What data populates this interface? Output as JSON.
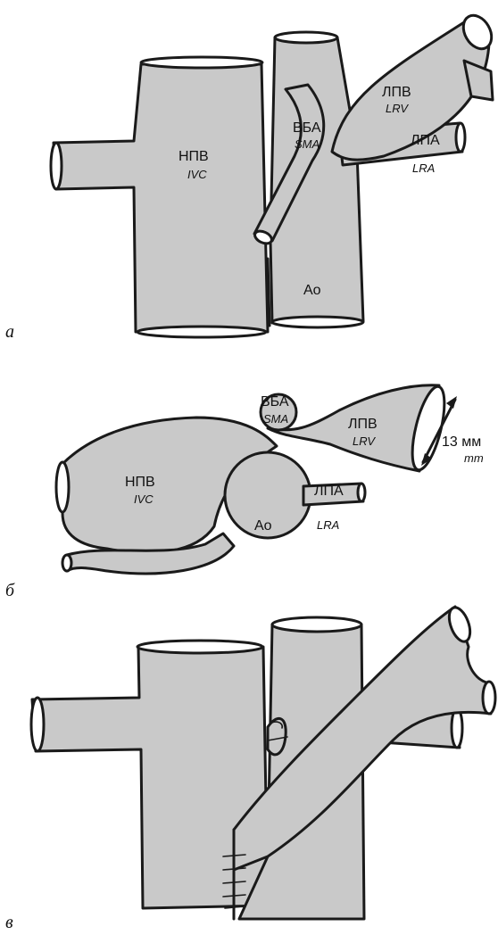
{
  "panels": {
    "a": {
      "letter": "а",
      "ivc": "НПВ",
      "ivc_en": "IVC",
      "sma": "ВБА",
      "sma_en": "SMA",
      "lrv": "ЛПВ",
      "lrv_en": "LRV",
      "lra": "ЛПА",
      "lra_en": "LRA",
      "aorta": "Ао"
    },
    "b": {
      "letter": "б",
      "ivc": "НПВ",
      "ivc_en": "IVC",
      "sma": "ВБА",
      "sma_en": "SMA",
      "lrv": "ЛПВ",
      "lrv_en": "LRV",
      "lra": "ЛПА",
      "lra_en": "LRA",
      "aorta": "Ао",
      "measure": "13 мм",
      "measure_en": "mm"
    },
    "c": {
      "letter": "в"
    }
  },
  "colors": {
    "vessel_fill": "#c9c9c9",
    "outline": "#1a1a1a",
    "background": "#ffffff"
  }
}
